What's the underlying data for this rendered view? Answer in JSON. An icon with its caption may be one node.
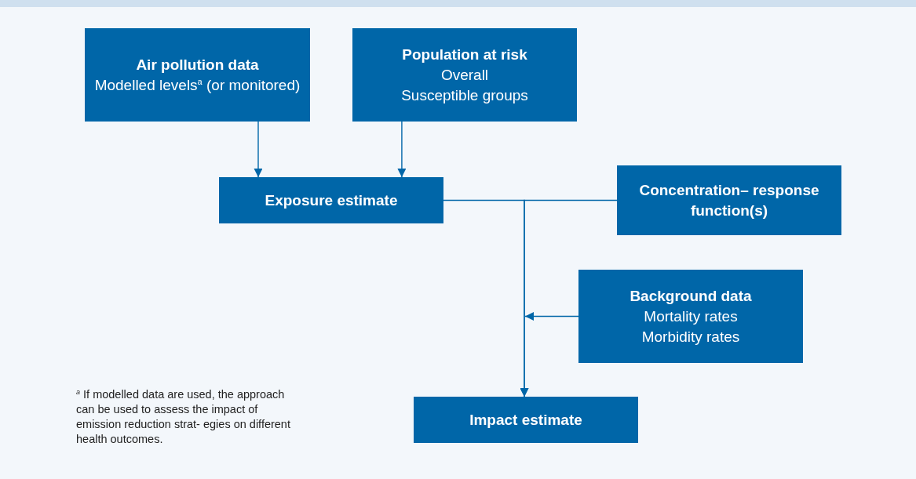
{
  "diagram": {
    "nodes": [
      {
        "text": [
          "Air pollution data",
          "Modelled levels$^{a}$ (or monitored)"
        ]
      },
      {
        "text": [
          "Population at risk",
          "Overall",
          "Susceptible groups"
        ]
      },
      {
        "text": [
          "Exposure estimate"
        ]
      },
      {
        "text": [
          "Concentration– response function(s)"
        ]
      },
      {
        "text": [
          "Background data",
          "Mortality rates",
          "Morbidity rates"
        ]
      },
      {
        "text": [
          "Impact estimate"
        ]
      }
    ],
    "edges": [
      {
        "from": 0,
        "to": 2,
        "arrow": "to"
      },
      {
        "from": 1,
        "to": 2,
        "arrow": "to"
      },
      {
        "from": 2,
        "to": 5,
        "arrow": "to"
      },
      {
        "from": 3,
        "to": 5,
        "arrow": "to"
      },
      {
        "from": 4,
        "to": null,
        "arrow": "to"
      }
    ],
    "labels": [
      "$^{a}$ If modelled data are used, the approach can be used to assess the impact of emission reduction strat- egies on different health outcomes."
    ]
  }
}
